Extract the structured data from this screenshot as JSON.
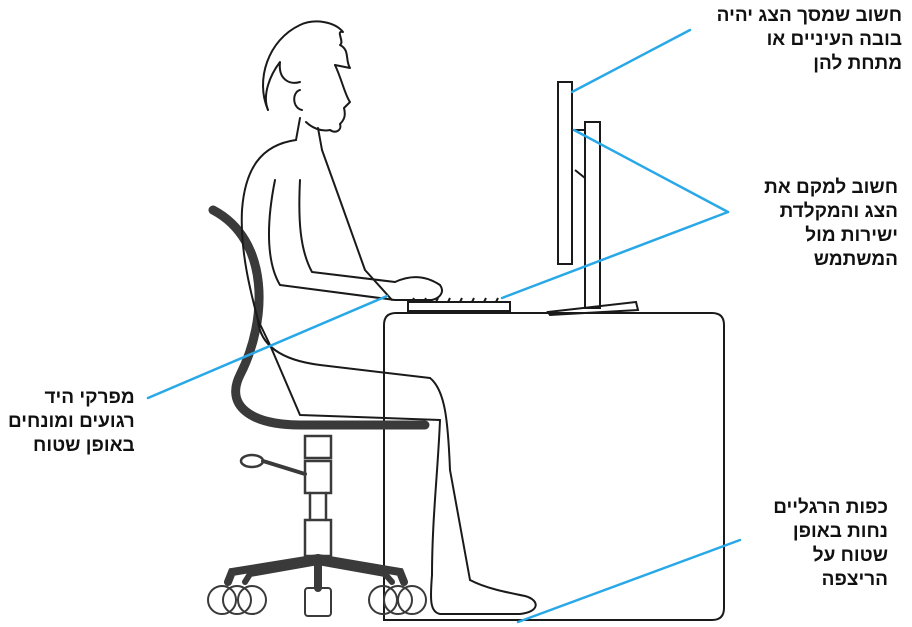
{
  "labels": {
    "monitor_height": [
      "חשוב שמסך הצג יהיה",
      "בובה העיניים או",
      "מתחת להן"
    ],
    "position": [
      "חשוב למקם את",
      "הצג והמקלדת",
      "ישירות מול",
      "המשתמש"
    ],
    "elbows": [
      "מפרקי היד",
      "רגועים ומונחים",
      "באופן שטוח"
    ],
    "feet": [
      "כפות הרגליים",
      "נחות באופן",
      "שטוח על",
      "הריצפה"
    ]
  },
  "colors": {
    "callout": "#29a8e8",
    "outline": "#1a1a1a",
    "chair": "#3a3a3a"
  }
}
